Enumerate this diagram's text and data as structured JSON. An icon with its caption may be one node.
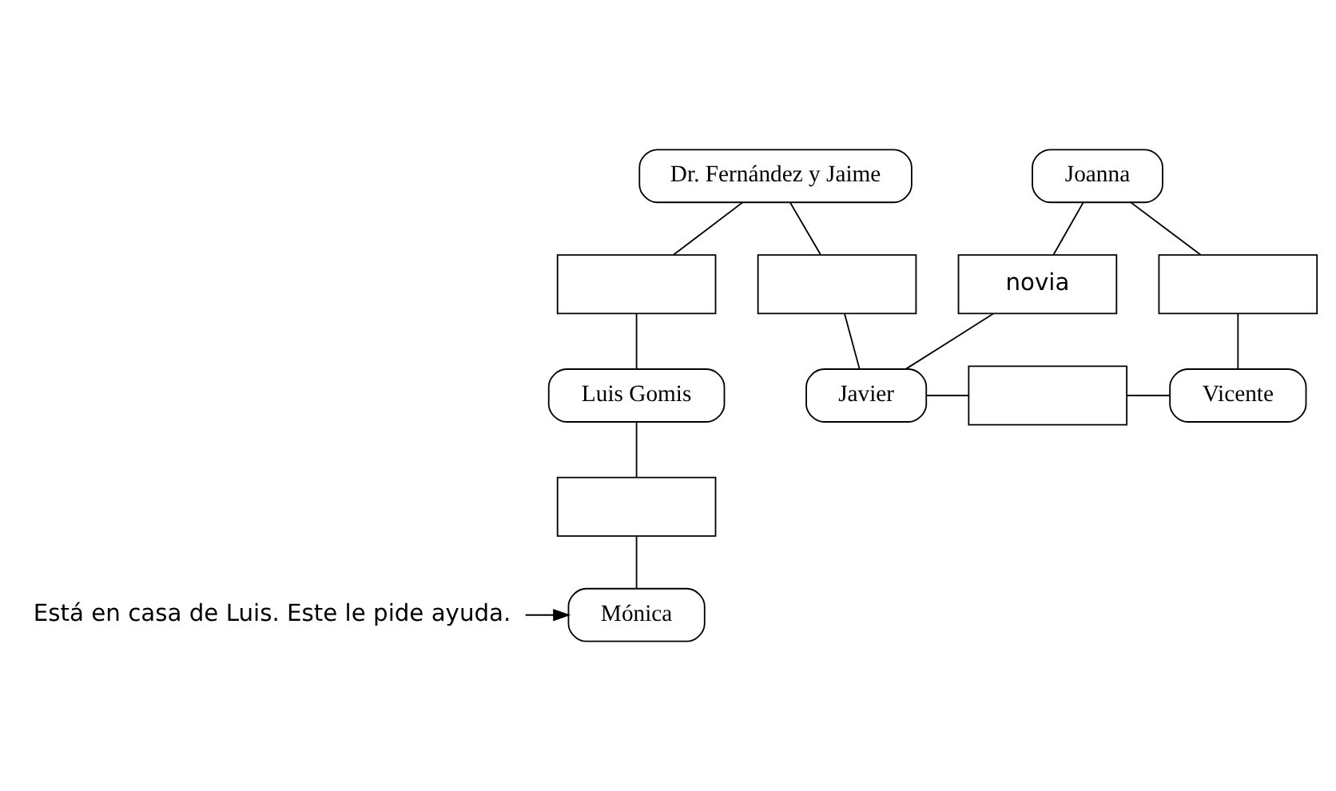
{
  "diagram": {
    "nodes": [
      {
        "text": [
          "Dr. Fernández y Jaime"
        ]
      },
      {
        "text": [
          "Joanna"
        ]
      },
      {
        "text": [],
        "shape": "box"
      },
      {
        "text": [],
        "shape": "box"
      },
      {
        "text": [
          "novia"
        ]
      },
      {
        "text": [],
        "shape": "box"
      },
      {
        "text": [
          "Luis Gomis"
        ]
      },
      {
        "text": [
          "Javier"
        ]
      },
      {
        "text": [],
        "shape": "box"
      },
      {
        "text": [
          "Vicente"
        ]
      },
      {
        "text": [],
        "shape": "box"
      },
      {
        "text": [
          "Mónica"
        ]
      },
      {
        "text": [
          "Está en casa de Luis. Este le pide ayuda."
        ]
      }
    ],
    "edges": [
      {
        "from": 0,
        "to": 2,
        "arrow": "none"
      },
      {
        "from": 2,
        "to": 6,
        "arrow": "none"
      },
      {
        "from": 0,
        "to": 3,
        "arrow": "none"
      },
      {
        "from": 3,
        "to": 7,
        "arrow": "none"
      },
      {
        "from": 1,
        "to": 4,
        "arrow": "none"
      },
      {
        "from": 4,
        "to": 7,
        "arrow": "none"
      },
      {
        "from": 1,
        "to": 5,
        "arrow": "none"
      },
      {
        "from": 5,
        "to": 9,
        "arrow": "none"
      },
      {
        "from": 7,
        "to": 8,
        "arrow": "none"
      },
      {
        "from": 8,
        "to": 9,
        "arrow": "none"
      },
      {
        "from": 6,
        "to": 10,
        "arrow": "none"
      },
      {
        "from": 10,
        "to": 11,
        "arrow": "none"
      },
      {
        "from": 12,
        "to": 11,
        "arrow": "to"
      }
    ]
  }
}
